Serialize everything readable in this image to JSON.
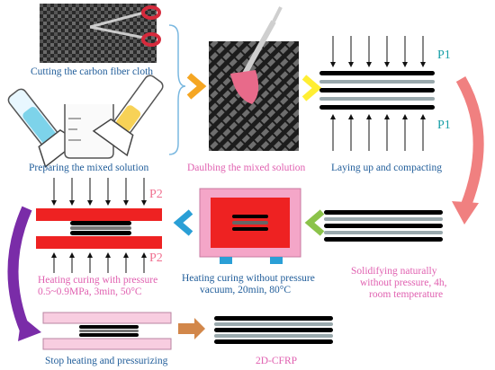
{
  "steps": {
    "cut": "Cutting the carbon fiber cloth",
    "prepare": "Preparing the mixed solution",
    "daub": "Daulbing the mixed  solution",
    "layup": "Laying up and compacting",
    "solidify_1": "Solidifying naturally",
    "solidify_2": "without pressure, 4h,",
    "solidify_3": "room temperature",
    "heat_no_press_1": "Heating curing without pressure",
    "heat_no_press_2": "vacuum, 20min, 80°C",
    "heat_press_1": "Heating curing with pressure",
    "heat_press_2": "0.5~0.9MPa, 3min, 50°C",
    "stop": "Stop heating and pressurizing",
    "final": "2D-CFRP"
  },
  "pressure_labels": {
    "p1_top": "P1",
    "p1_bottom": "P1",
    "p2_top": "P2",
    "p2_bottom": "P2"
  },
  "colors": {
    "arrow_orange": "#f5a623",
    "arrow_yellow": "#ffee33",
    "arrow_blue": "#2a9fd6",
    "arrow_green": "#8bc34a",
    "arrow_brown": "#d2874a",
    "arrow_pink": "#f08080",
    "arrow_purple": "#7a2ca8",
    "press_red": "#ee2222",
    "oven_frame": "#f4a6c8",
    "plate_pink": "#f8cde0",
    "layer_gray": "#9aa9ad",
    "p1_color": "#19a0a8",
    "p2_color": "#f07090"
  }
}
